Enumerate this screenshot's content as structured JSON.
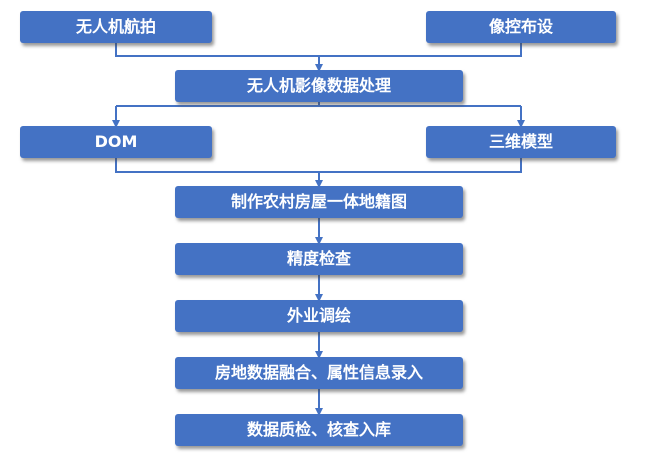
{
  "colors": {
    "box_fill": "#4472c4",
    "box_text": "#ffffff",
    "connector": "#4472c4",
    "background": "#ffffff"
  },
  "nodes": {
    "uav_photography": "无人机航拍",
    "ground_control_points": "像控布设",
    "uav_image_processing": "无人机影像数据处理",
    "dom": "DOM",
    "three_d_model": "三维模型",
    "integrated_map": "制作农村房屋一体地籍图",
    "accuracy_check": "精度检查",
    "field_survey": "外业调绘",
    "data_fusion": "房地数据融合、属性信息录入",
    "quality_check": "数据质检、核查入库"
  }
}
